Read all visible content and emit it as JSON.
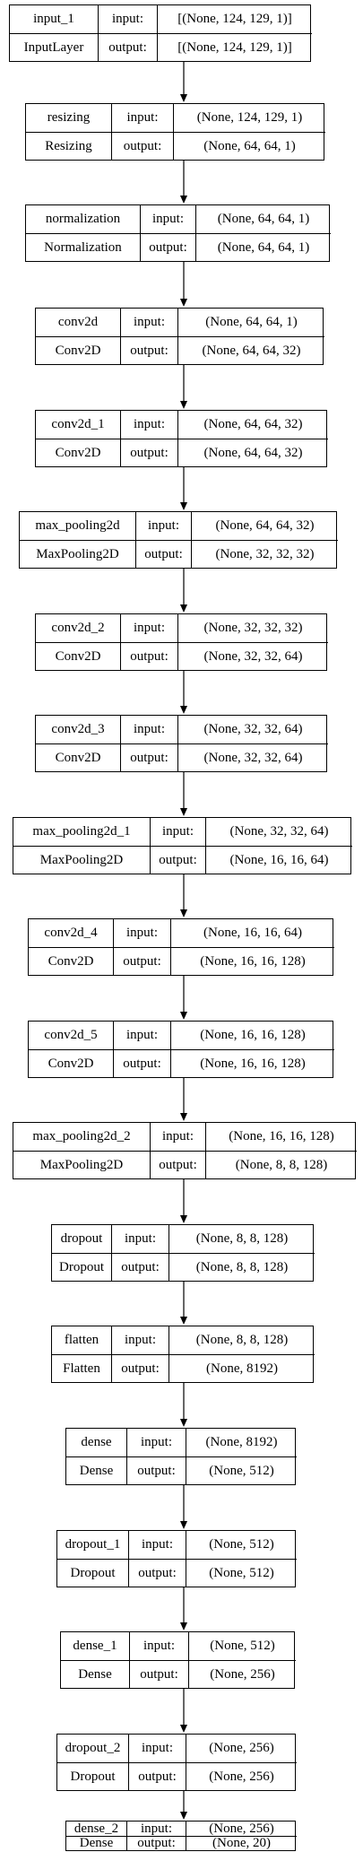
{
  "diagram": {
    "io_labels": {
      "input": "input:",
      "output": "output:"
    },
    "layers": [
      {
        "name": "input_1",
        "type": "InputLayer",
        "input": "[(None, 124, 129, 1)]",
        "output": "[(None, 124, 129, 1)]"
      },
      {
        "name": "resizing",
        "type": "Resizing",
        "input": "(None, 124, 129, 1)",
        "output": "(None, 64, 64, 1)"
      },
      {
        "name": "normalization",
        "type": "Normalization",
        "input": "(None, 64, 64, 1)",
        "output": "(None, 64, 64, 1)"
      },
      {
        "name": "conv2d",
        "type": "Conv2D",
        "input": "(None, 64, 64, 1)",
        "output": "(None, 64, 64, 32)"
      },
      {
        "name": "conv2d_1",
        "type": "Conv2D",
        "input": "(None, 64, 64, 32)",
        "output": "(None, 64, 64, 32)"
      },
      {
        "name": "max_pooling2d",
        "type": "MaxPooling2D",
        "input": "(None, 64, 64, 32)",
        "output": "(None, 32, 32, 32)"
      },
      {
        "name": "conv2d_2",
        "type": "Conv2D",
        "input": "(None, 32, 32, 32)",
        "output": "(None, 32, 32, 64)"
      },
      {
        "name": "conv2d_3",
        "type": "Conv2D",
        "input": "(None, 32, 32, 64)",
        "output": "(None, 32, 32, 64)"
      },
      {
        "name": "max_pooling2d_1",
        "type": "MaxPooling2D",
        "input": "(None, 32, 32, 64)",
        "output": "(None, 16, 16, 64)"
      },
      {
        "name": "conv2d_4",
        "type": "Conv2D",
        "input": "(None, 16, 16, 64)",
        "output": "(None, 16, 16, 128)"
      },
      {
        "name": "conv2d_5",
        "type": "Conv2D",
        "input": "(None, 16, 16, 128)",
        "output": "(None, 16, 16, 128)"
      },
      {
        "name": "max_pooling2d_2",
        "type": "MaxPooling2D",
        "input": "(None, 16, 16, 128)",
        "output": "(None, 8, 8, 128)"
      },
      {
        "name": "dropout",
        "type": "Dropout",
        "input": "(None, 8, 8, 128)",
        "output": "(None, 8, 8, 128)"
      },
      {
        "name": "flatten",
        "type": "Flatten",
        "input": "(None, 8, 8, 128)",
        "output": "(None, 8192)"
      },
      {
        "name": "dense",
        "type": "Dense",
        "input": "(None, 8192)",
        "output": "(None, 512)"
      },
      {
        "name": "dropout_1",
        "type": "Dropout",
        "input": "(None, 512)",
        "output": "(None, 512)"
      },
      {
        "name": "dense_1",
        "type": "Dense",
        "input": "(None, 512)",
        "output": "(None, 256)"
      },
      {
        "name": "dropout_2",
        "type": "Dropout",
        "input": "(None, 256)",
        "output": "(None, 256)"
      },
      {
        "name": "dense_2",
        "type": "Dense",
        "input": "(None, 256)",
        "output": "(None, 20)"
      }
    ]
  }
}
